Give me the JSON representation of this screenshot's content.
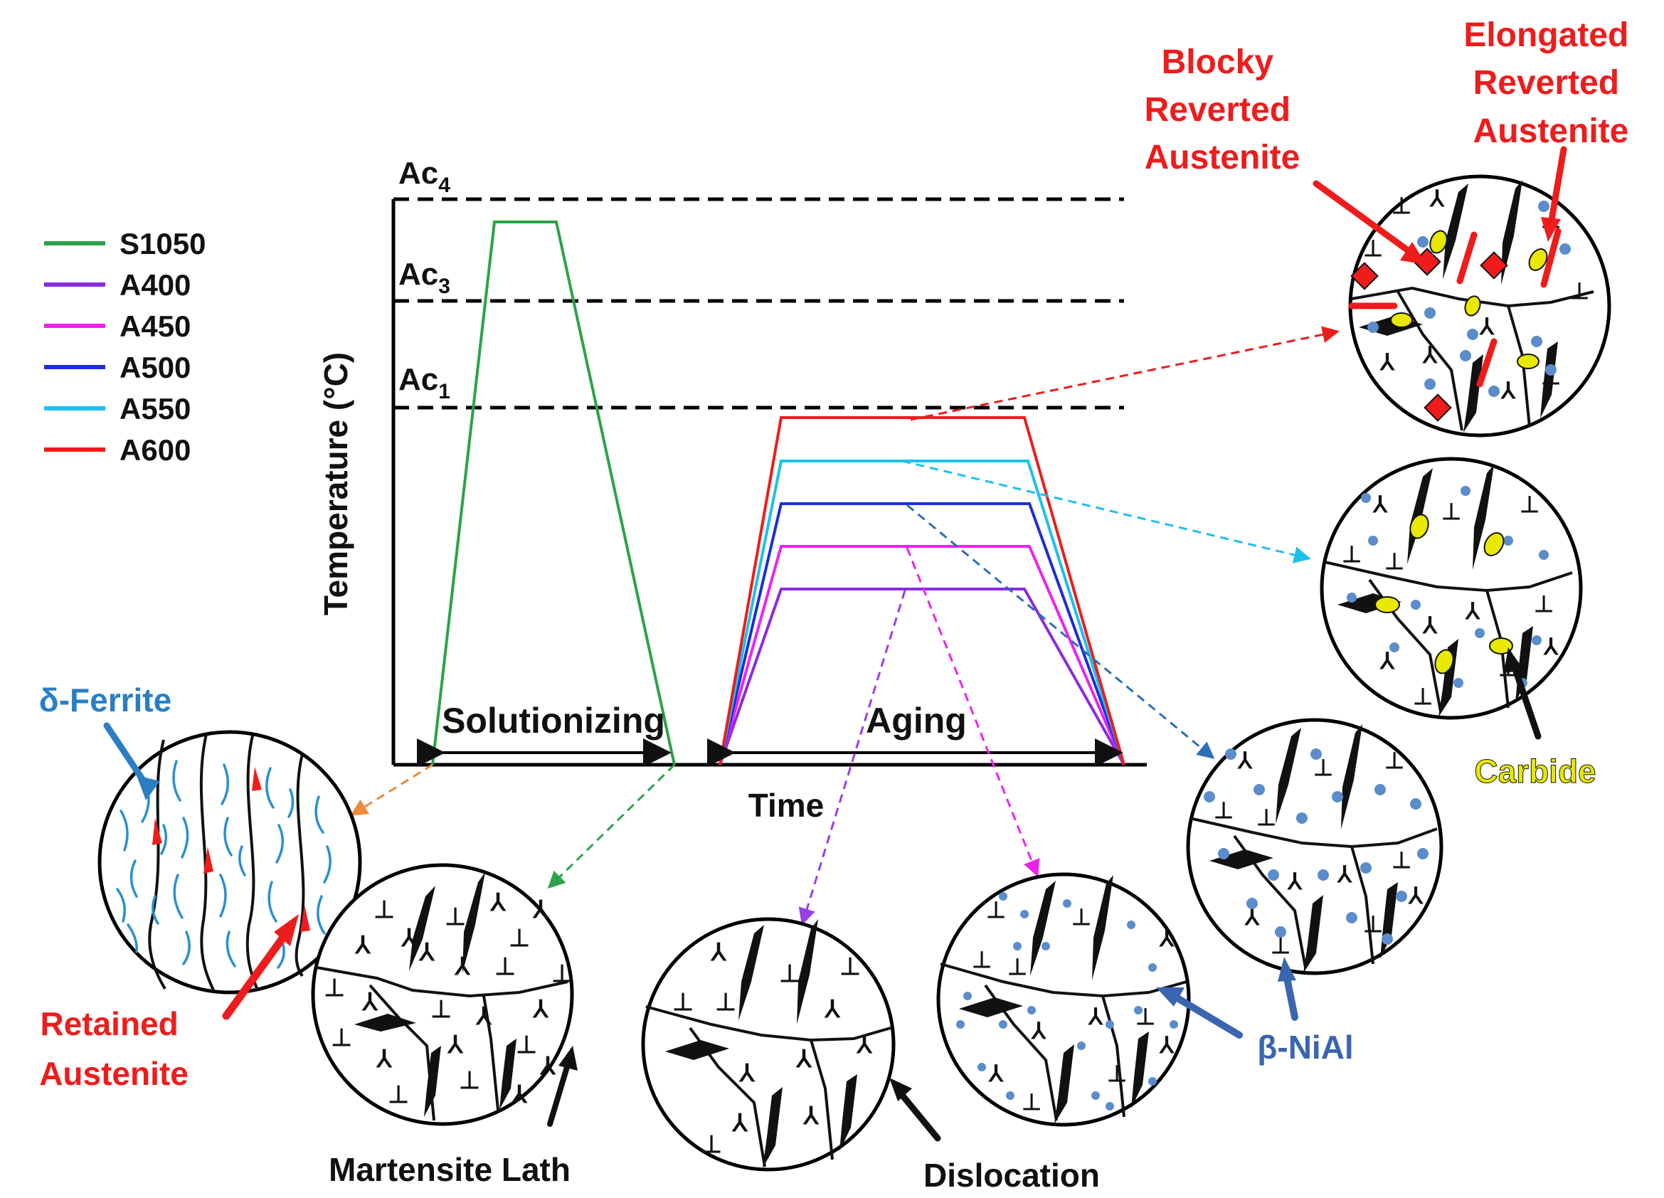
{
  "axes": {
    "y_label": "Temperature (°C)",
    "x_label": "Time"
  },
  "critical_temps": [
    {
      "base": "Ac",
      "sub": "4"
    },
    {
      "base": "Ac",
      "sub": "3"
    },
    {
      "base": "Ac",
      "sub": "1"
    }
  ],
  "stages": {
    "solutionizing": "Solutionizing",
    "aging": "Aging"
  },
  "legend": [
    {
      "label": "S1050",
      "color": "#2ca24a"
    },
    {
      "label": "A400",
      "color": "#8a2be2"
    },
    {
      "label": "A450",
      "color": "#ee22ee"
    },
    {
      "label": "A500",
      "color": "#1c2ed8"
    },
    {
      "label": "A550",
      "color": "#1cc0ee"
    },
    {
      "label": "A600",
      "color": "#ee1c1c"
    }
  ],
  "annotations": {
    "delta_ferrite": "δ-Ferrite",
    "retained_austenite": [
      "Retained",
      "Austenite"
    ],
    "martensite_lath": "Martensite Lath",
    "dislocation": "Dislocation",
    "beta_nial": "β-NiAl",
    "carbide": "Carbide",
    "blocky_reverted_austenite": [
      "Blocky",
      "Reverted",
      "Austenite"
    ],
    "elongated_reverted_austenite": [
      "Elongated",
      "Reverted",
      "Austenite"
    ]
  },
  "colors": {
    "annotation_blue": "#2a7fc4",
    "annotation_red": "#ee1c1c",
    "annotation_dark_blue": "#3a66b0",
    "annotation_yellow": "#e8e800",
    "precipitate": "#5b8ccc"
  }
}
